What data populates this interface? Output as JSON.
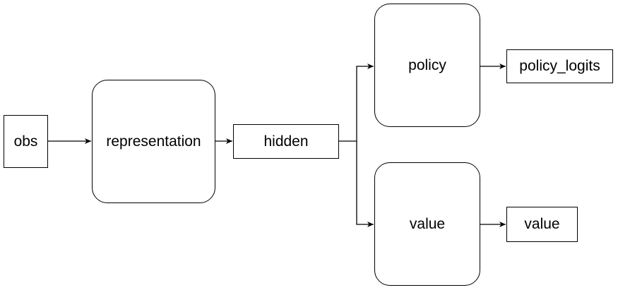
{
  "nodes": {
    "obs": "obs",
    "representation": "representation",
    "hidden": "hidden",
    "policy": "policy",
    "policy_logits": "policy_logits",
    "value": "value",
    "value_out": "value"
  },
  "colors": {
    "stroke": "#000000",
    "fill": "#ffffff"
  }
}
